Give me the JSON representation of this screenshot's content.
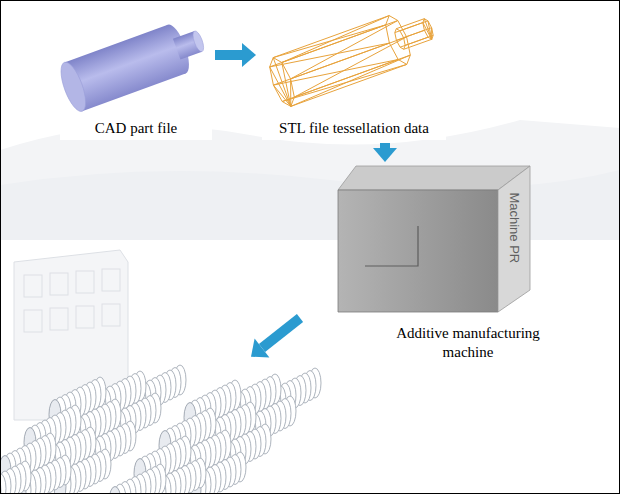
{
  "diagram": {
    "nodes": [
      {
        "text": [
          "CAD part file"
        ]
      },
      {
        "text": [
          "STL file tessellation data"
        ]
      },
      {
        "text": [
          "Machine PR",
          "Additive manufacturing machine"
        ]
      }
    ],
    "edges": [
      {
        "from": 0,
        "to": 1,
        "arrow": "to"
      },
      {
        "from": 1,
        "to": 2,
        "arrow": "to"
      }
    ]
  }
}
